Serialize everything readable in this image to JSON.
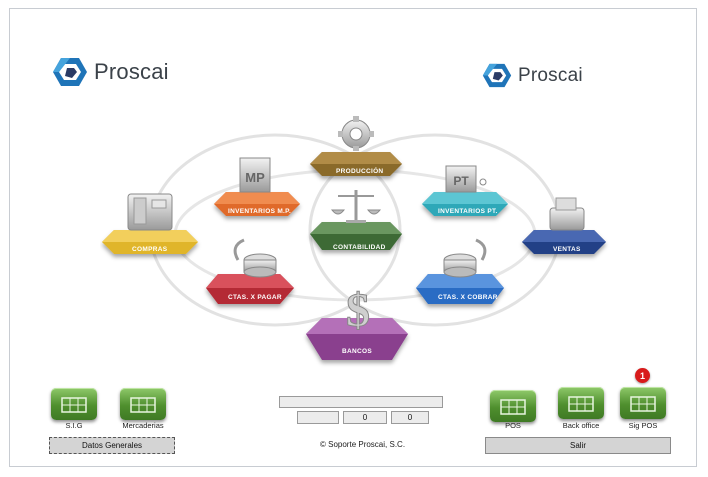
{
  "logo_left": {
    "text": "Proscai"
  },
  "logo_right": {
    "text": "Proscai"
  },
  "modules": {
    "produccion": "PRODUCCIÓN",
    "inventarios_mp": "INVENTARIOS M.P.",
    "mp_icon_text": "MP",
    "inventarios_pt": "INVENTARIOS PT.",
    "pt_icon_text": "PT",
    "compras": "COMPRAS",
    "contabilidad": "CONTABILIDAD",
    "ventas": "VENTAS",
    "ctas_pagar": "CTAS. X PAGAR",
    "ctas_cobrar": "CTAS. X COBRAR",
    "bancos": "BANCOS"
  },
  "left_buttons": {
    "sig": "S.I.G",
    "mercaderias": "Mercaderias",
    "datos_generales": "Datos Generales"
  },
  "right_buttons": {
    "pos": "POS",
    "back_office": "Back office",
    "sig_pos": "Sig POS",
    "salir": "Salir",
    "badge": "1"
  },
  "status": {
    "field1": "",
    "field2": "0",
    "field3": "0"
  },
  "footer": {
    "copyright": "©  Soporte Proscai, S.C."
  },
  "colors": {
    "produccion": "#8a6a2a",
    "inventarios_mp": "#e06a2c",
    "inventarios_pt": "#2fa8b8",
    "compras": "#e0b52a",
    "contabilidad": "#3d6b36",
    "ventas": "#243f86",
    "ctas_pagar": "#b42a35",
    "ctas_cobrar": "#2a6cc4",
    "bancos": "#8a3f8e",
    "button_green": "#4f8f2e",
    "badge_red": "#d81b1b"
  }
}
